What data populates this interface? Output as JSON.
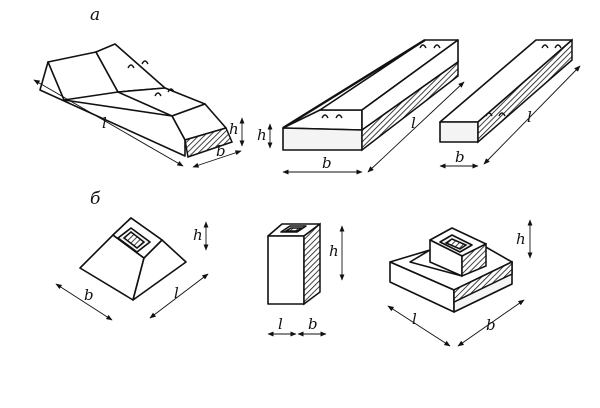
{
  "sections": {
    "a": "а",
    "b": "б"
  },
  "labels": {
    "l": "l",
    "b": "b",
    "h": "h"
  },
  "colors": {
    "ink": "#111111",
    "paper": "#ffffff"
  }
}
